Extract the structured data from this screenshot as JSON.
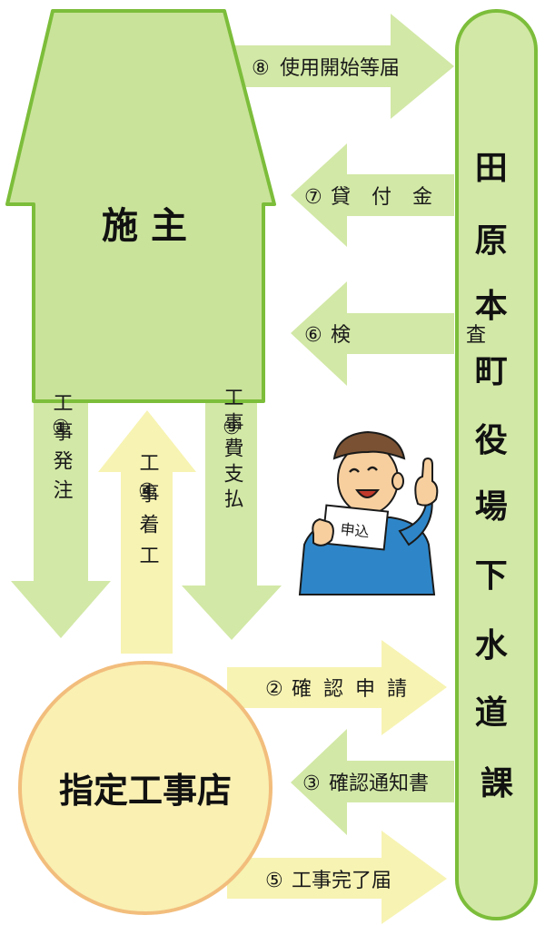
{
  "nodes": {
    "owner": "施 主",
    "contractor": "指定工事店",
    "office_chars": [
      "田",
      "原",
      "本",
      "町",
      "役",
      "場",
      "下",
      "水",
      "道",
      "課"
    ]
  },
  "flows": [
    {
      "num": "⑧",
      "label": "使用開始等届"
    },
    {
      "num": "⑦",
      "label": "貸 付 金"
    },
    {
      "num": "⑥",
      "label": "検 査"
    },
    {
      "num": "①",
      "label": "工事発注"
    },
    {
      "num": "④",
      "label": "工事着工"
    },
    {
      "num": "⑨",
      "label": "工事費支払"
    },
    {
      "num": "②",
      "label": "確 認 申 請"
    },
    {
      "num": "③",
      "label": "確認通知書"
    },
    {
      "num": "⑤",
      "label": "工事完了届"
    }
  ],
  "illustration": {
    "card_text": "申込"
  },
  "colors": {
    "owner_fill": "#c9e39a",
    "owner_stroke": "#7cbd3a",
    "office_fill": "#d2e8a6",
    "office_stroke": "#7cbd3a",
    "contractor_fill": "#f9f0b2",
    "contractor_stroke": "#f2bd7c",
    "arrow_green": "#d2e8a6",
    "arrow_yellow": "#f7f3b2",
    "shirt_blue": "#2e86c8",
    "cap_brown": "#7a5233"
  }
}
